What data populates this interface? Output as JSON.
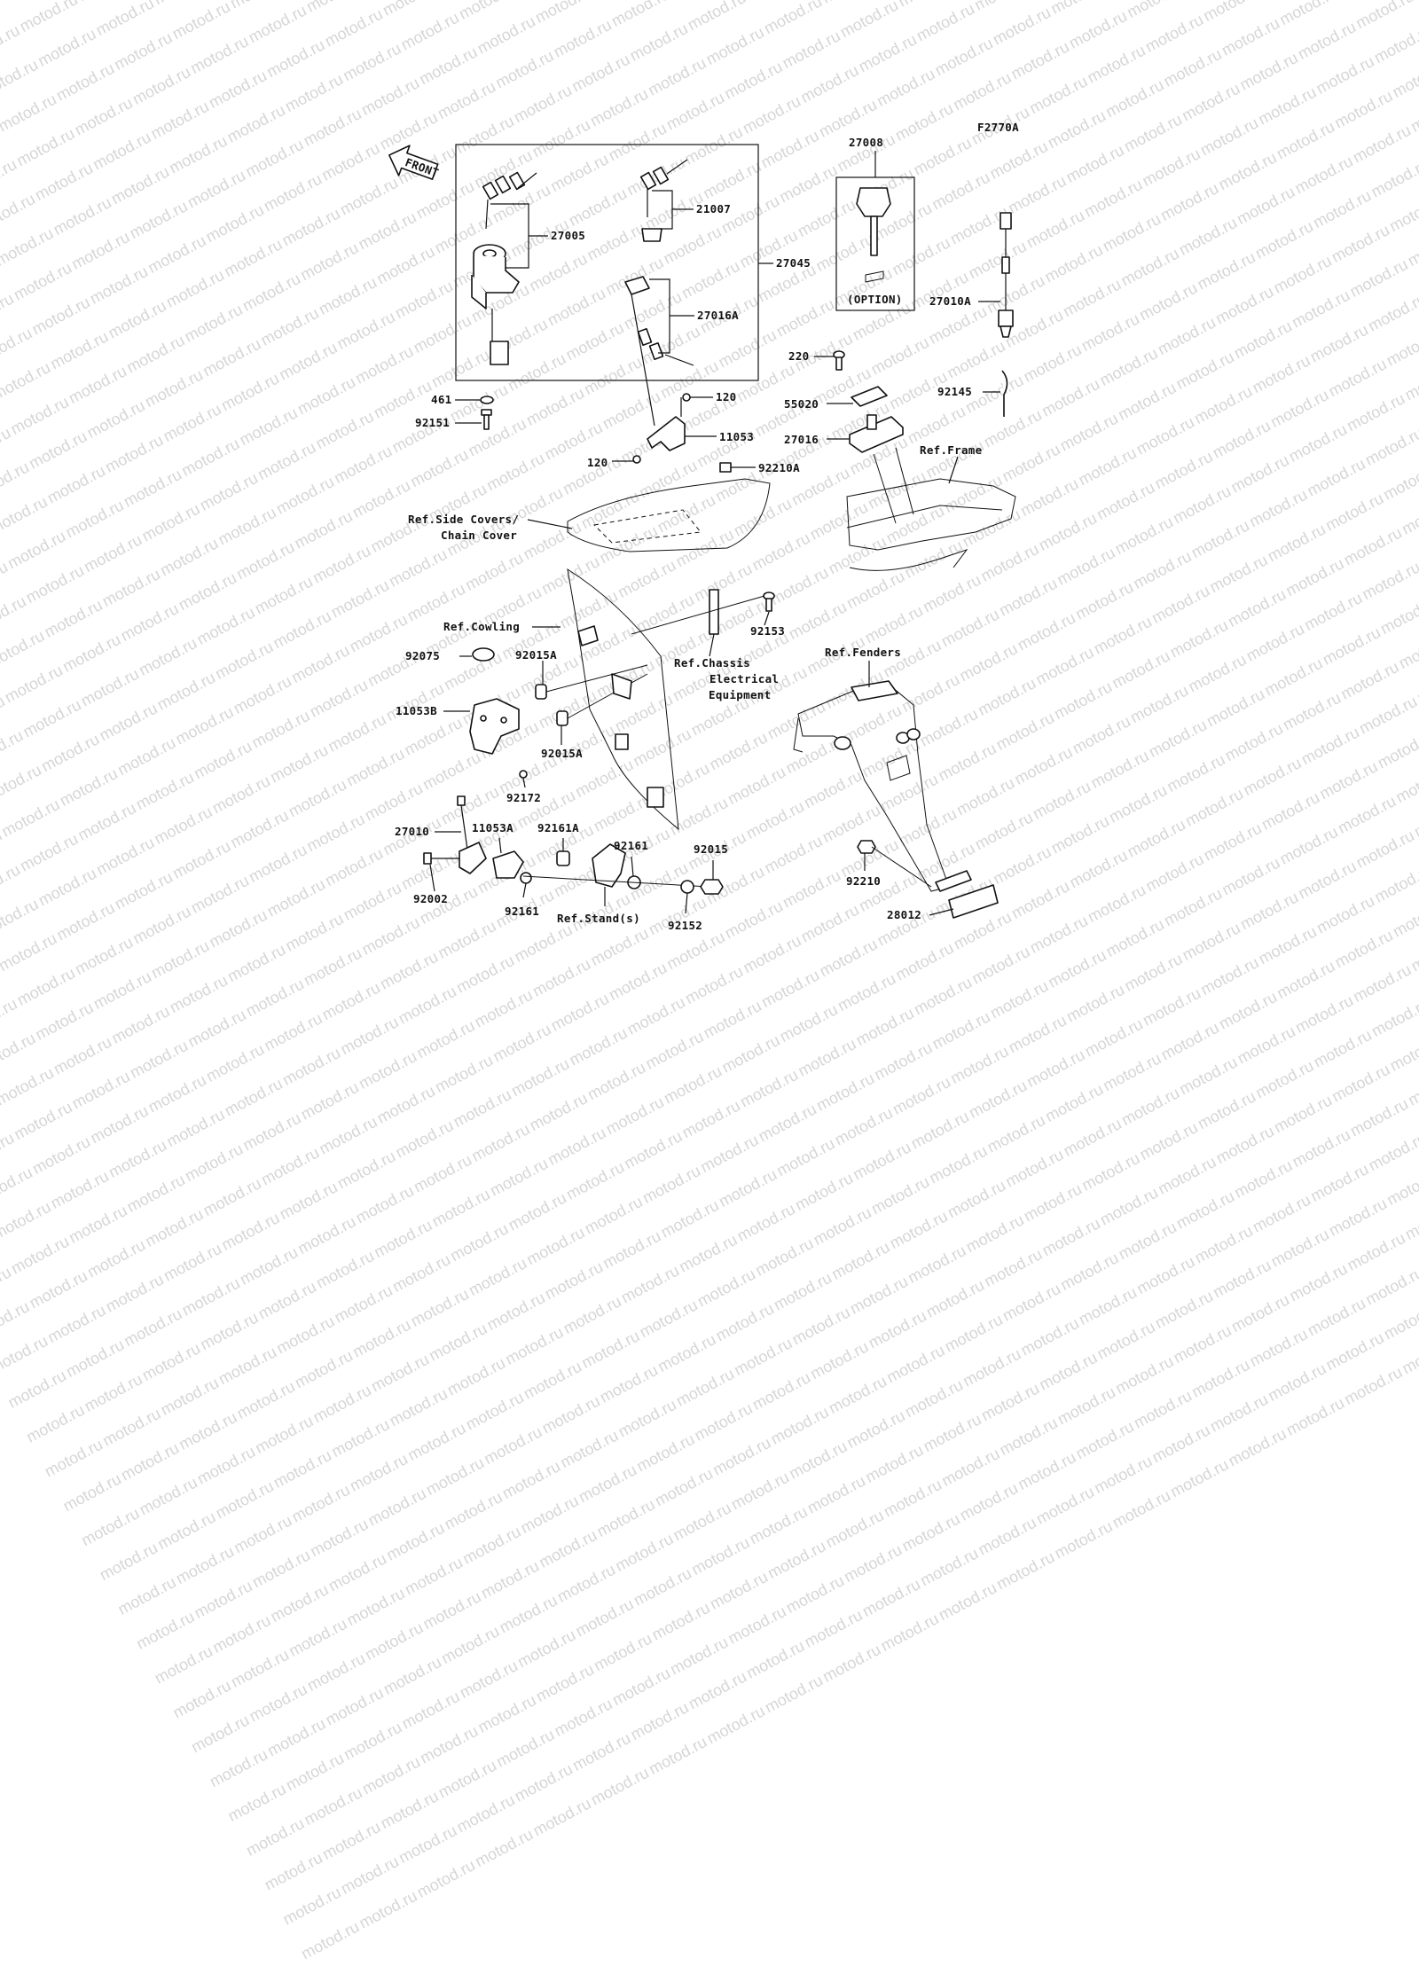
{
  "watermark": "motod.ru",
  "figure_code": "F2770A",
  "front_label": "FRONT",
  "option_label": "(OPTION)",
  "callouts": {
    "p27005": "27005",
    "p21007": "21007",
    "p27045": "27045",
    "p27016A": "27016A",
    "p461": "461",
    "p92151": "92151",
    "p120a": "120",
    "p11053": "11053",
    "p120b": "120",
    "p92210A": "92210A",
    "p27008": "27008",
    "p27010A": "27010A",
    "p92145": "92145",
    "p220": "220",
    "p55020": "55020",
    "p27016": "27016",
    "p92153": "92153",
    "p92075": "92075",
    "p92015A_a": "92015A",
    "p11053B": "11053B",
    "p92015A_b": "92015A",
    "p92172": "92172",
    "p27010": "27010",
    "p11053A": "11053A",
    "p92161A": "92161A",
    "p92161_a": "92161",
    "p92015": "92015",
    "p92002": "92002",
    "p92161_b": "92161",
    "p92152": "92152",
    "p92210": "92210",
    "p28012": "28012"
  },
  "references": {
    "side_covers_line1": "Ref.Side Covers/",
    "side_covers_line2": "Chain Cover",
    "frame": "Ref.Frame",
    "cowling": "Ref.Cowling",
    "chassis_line1": "Ref.Chassis",
    "chassis_line2": "Electrical",
    "chassis_line3": "Equipment",
    "fenders": "Ref.Fenders",
    "stands": "Ref.Stand(s)"
  }
}
